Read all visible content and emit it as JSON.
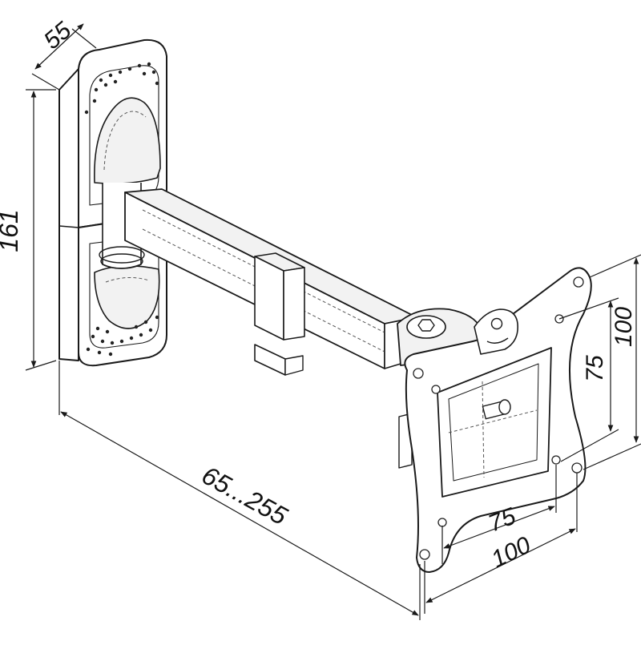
{
  "colors": {
    "line": "#1a1a1a",
    "hidden": "#555555",
    "fill": "#ffffff",
    "shade": "#f2f2f2",
    "hole": "#222222"
  },
  "dimensions": {
    "wall_plate_depth": "55",
    "wall_plate_height": "161",
    "arm_extension": "65...255",
    "vesa_h_small": "75",
    "vesa_h_large": "100",
    "vesa_v_small": "75",
    "vesa_v_large": "100"
  }
}
